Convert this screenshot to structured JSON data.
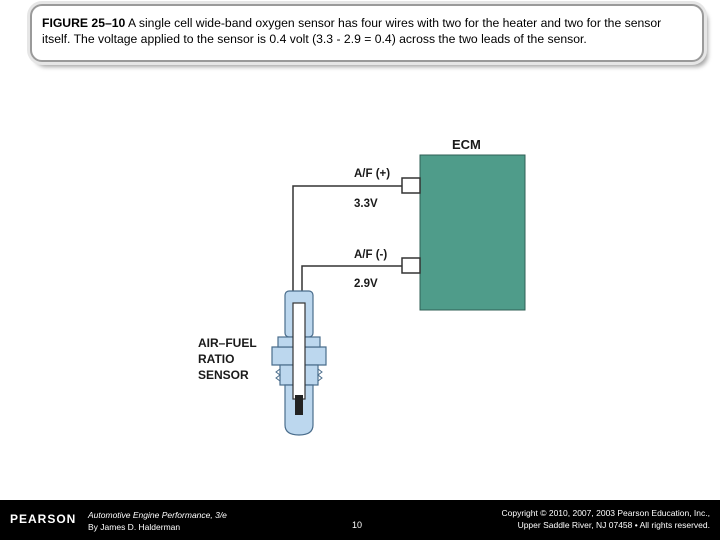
{
  "caption": {
    "figure_id": "FIGURE 25–10",
    "text": " A single cell wide-band oxygen sensor has four wires with two for the heater and two for the sensor itself. The voltage applied to the sensor is 0.4 volt (3.3 - 2.9 = 0.4) across the two leads of the sensor."
  },
  "diagram": {
    "ecm_label": "ECM",
    "af_plus_label": "A/F (+)",
    "af_plus_voltage": "3.3V",
    "af_minus_label": "A/F (-)",
    "af_minus_voltage": "2.9V",
    "sensor_label_line1": "AIR–FUEL",
    "sensor_label_line2": "RATIO",
    "sensor_label_line3": "SENSOR",
    "colors": {
      "ecm_fill": "#4f9c8a",
      "sensor_fill": "#bcd7ee",
      "wire": "#333333"
    }
  },
  "footer": {
    "logo": "PEARSON",
    "book_title": "Automotive Engine Performance, 3/e",
    "book_author": "By James D. Halderman",
    "page_number": "10",
    "copyright_line1": "Copyright © 2010, 2007, 2003 Pearson Education, Inc.,",
    "copyright_line2": "Upper Saddle River, NJ 07458 • All rights reserved."
  }
}
